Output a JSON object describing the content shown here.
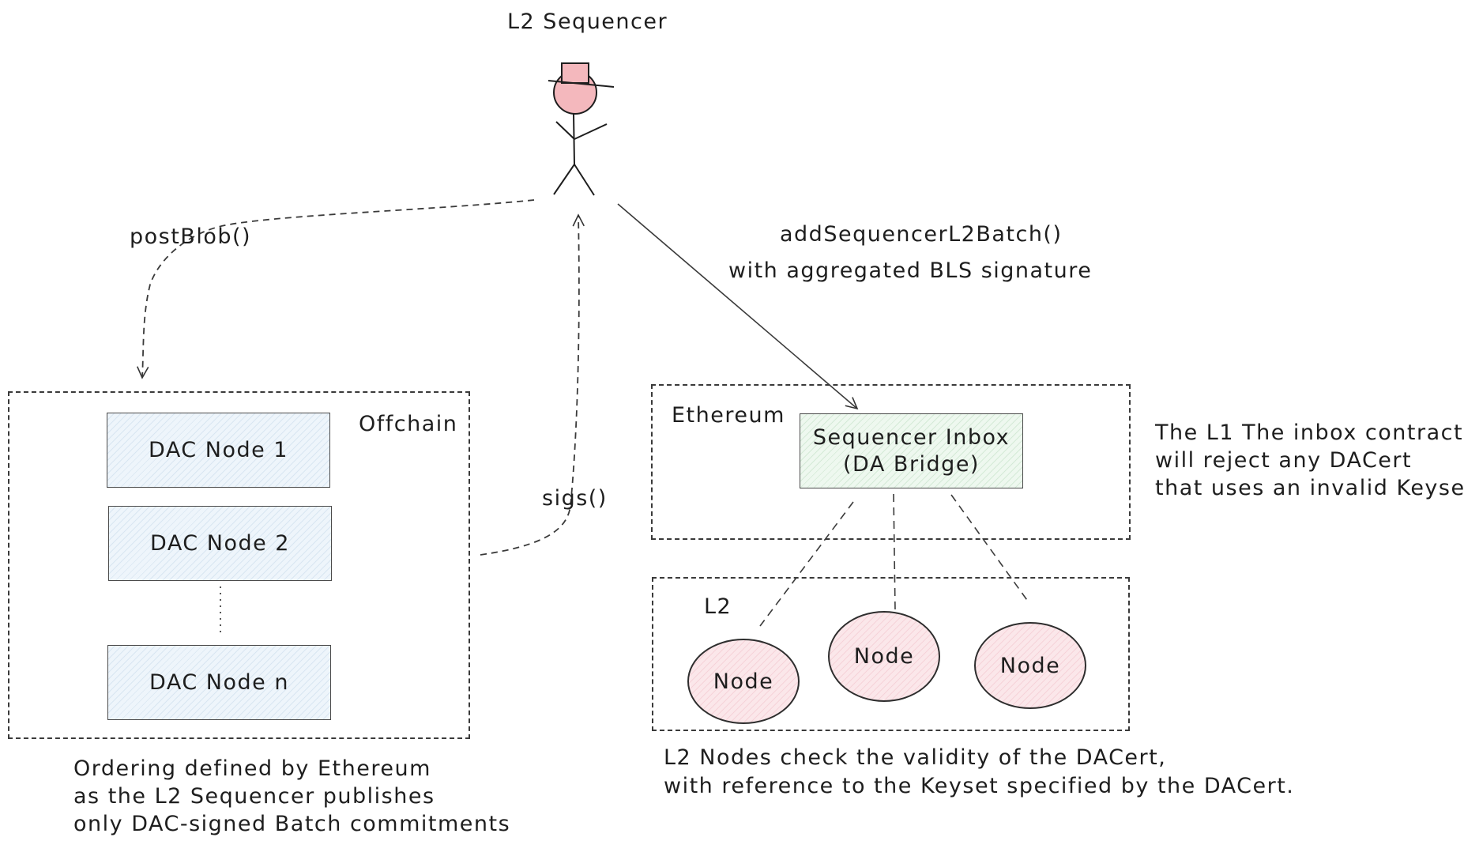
{
  "actor": {
    "label": "L2 Sequencer",
    "icon": "stick-figure-with-hat-icon",
    "head_color": "#f4b8bd",
    "hat_color": "#f4b8bd"
  },
  "edges": {
    "post_blob": "postBlob()",
    "sigs": "sigs()",
    "add_batch_line1": "addSequencerL2Batch()",
    "add_batch_line2": "with aggregated BLS signature"
  },
  "offchain": {
    "label": "Offchain",
    "nodes": [
      "DAC Node 1",
      "DAC Node 2",
      "DAC Node n"
    ],
    "fill_color": "#eef5fb"
  },
  "ethereum": {
    "label": "Ethereum",
    "inbox_line1": "Sequencer Inbox",
    "inbox_line2": "(DA Bridge)",
    "fill_color": "#eef8ef"
  },
  "l2": {
    "label": "L2",
    "nodes": [
      "Node",
      "Node",
      "Node"
    ],
    "fill_color": "#fbe7ea"
  },
  "notes": {
    "inbox_note": [
      "The L1 The inbox contract",
      "will reject any DACert",
      "that uses an invalid Keyset"
    ],
    "ordering_note": [
      "Ordering defined by Ethereum",
      "as the L2 Sequencer publishes",
      "only DAC-signed Batch commitments"
    ],
    "l2_note": [
      "L2 Nodes check the validity of the DACert,",
      "with reference to the Keyset specified by the DACert."
    ]
  }
}
